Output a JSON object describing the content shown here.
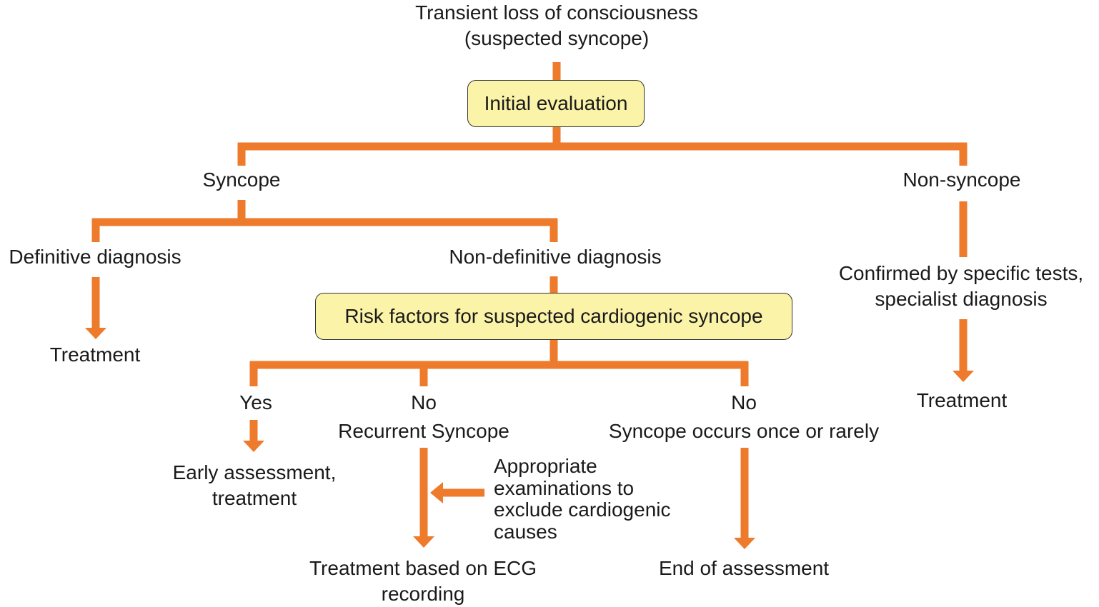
{
  "diagram": {
    "accent_color": "#ee7a2b",
    "box_fill": "#fbf3a8",
    "nodes": {
      "start": [
        "Transient loss of consciousness",
        "(suspected syncope)"
      ],
      "initial_evaluation": "Initial evaluation",
      "syncope": "Syncope",
      "non_syncope": "Non-syncope",
      "definitive_diagnosis": "Definitive diagnosis",
      "treatment_definitive": "Treatment",
      "non_definitive_diagnosis": "Non-definitive diagnosis",
      "risk_factors": "Risk factors for suspected cardiogenic syncope",
      "confirmed": [
        "Confirmed by specific tests,",
        "specialist diagnosis"
      ],
      "treatment_non_syncope": "Treatment",
      "yes": "Yes",
      "early_assessment": [
        "Early assessment,",
        "treatment"
      ],
      "no_recurrent_title": "No",
      "no_recurrent_sub": "Recurrent Syncope",
      "appropriate_exams": [
        "Appropriate",
        "examinations to",
        "exclude cardiogenic",
        "causes"
      ],
      "treatment_ecg": [
        "Treatment based on ECG",
        "recording"
      ],
      "no_once_title": "No",
      "no_once_sub": "Syncope occurs once or rarely",
      "end_of_assessment": "End of assessment"
    }
  }
}
